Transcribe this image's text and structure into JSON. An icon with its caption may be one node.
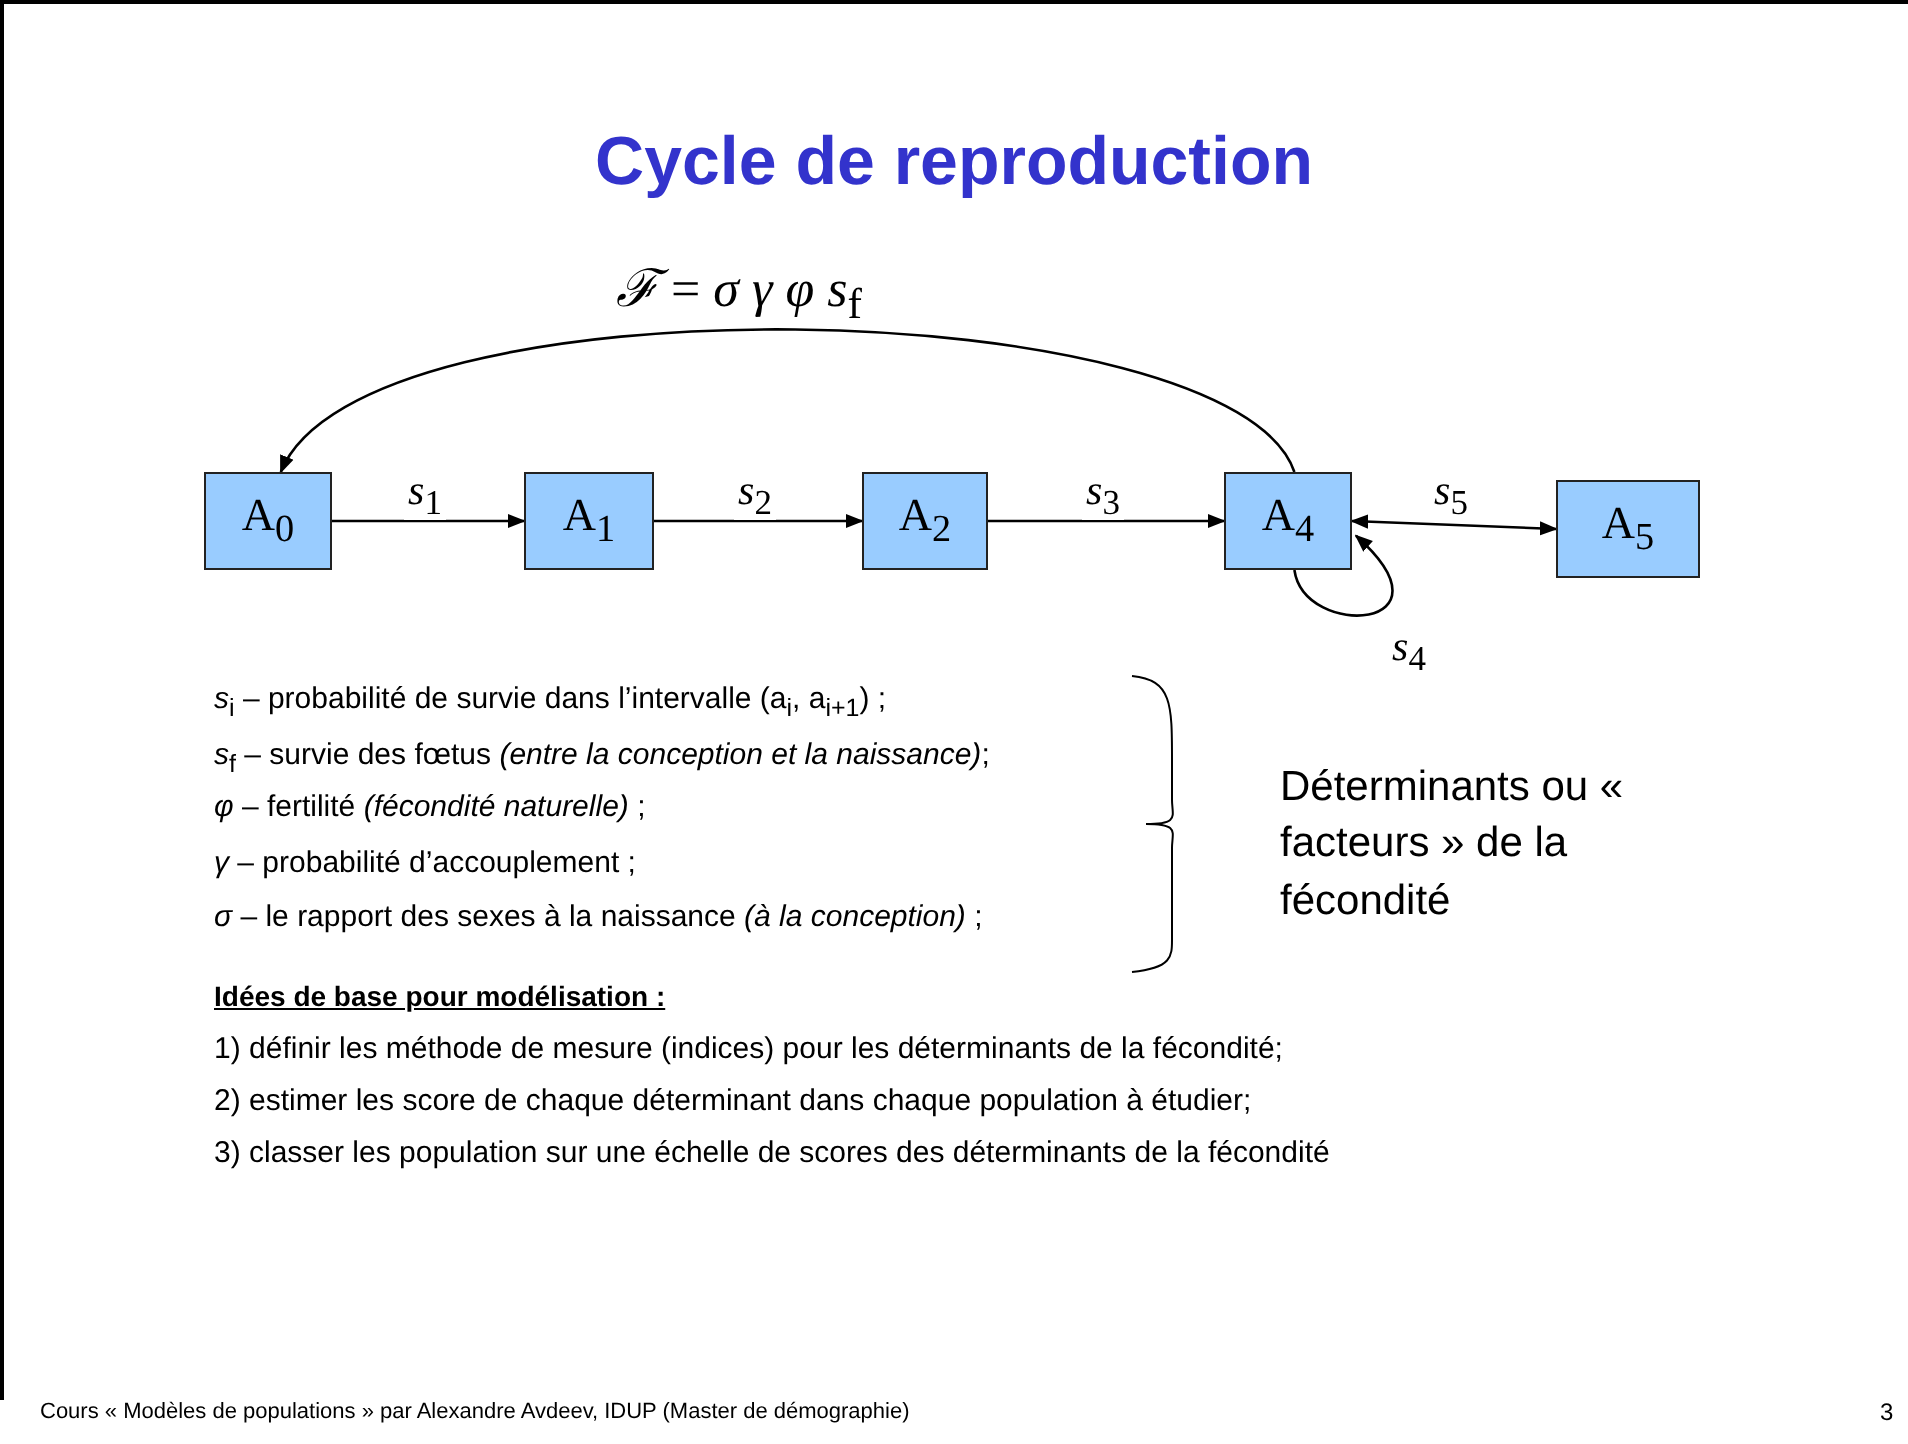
{
  "diagram": {
    "title": "Cycle de reproduction",
    "nodes": [
      {
        "text": [
          "A$_{0}$"
        ]
      },
      {
        "text": [
          "A$_{1}$"
        ]
      },
      {
        "text": [
          "A$_{2}$"
        ]
      },
      {
        "text": [
          "A$_{4}$"
        ]
      },
      {
        "text": [
          "A$_{5}$"
        ]
      }
    ],
    "edges": [
      {
        "from": 0,
        "to": 1,
        "arrow": "to",
        "label": "*s*$_{1}$"
      },
      {
        "from": 1,
        "to": 2,
        "arrow": "to",
        "label": "*s*$_{2}$"
      },
      {
        "from": 2,
        "to": 3,
        "arrow": "to",
        "label": "*s*$_{3}$"
      },
      {
        "from": 3,
        "to": 4,
        "arrow": "both",
        "label": "*s*$_{5}$"
      },
      {
        "from": 3,
        "to": 3,
        "arrow": "to",
        "label": "*s*$_{4}$"
      },
      {
        "from": 3,
        "to": 0,
        "arrow": "to",
        "label": "*ℱ* = *σ*  *γ*  *φ* *s*$_{f}$"
      }
    ],
    "labels": [
      "*s*$_{i}$ – probabilité de survie dans l’intervalle (a$_{i}$, a$_{i+1}$) ;",
      "*s*$_{f}$ – survie des fœtus *(entre la conception et la naissance)*;",
      "*φ* – fertilité *(fécondité naturelle)* ;",
      "*γ* – probabilité d’accouplement ;",
      "*σ* – le rapport des sexes à la naissance *(à la conception)* ;",
      "Déterminants ou « facteurs » de la fécondité",
      "Idées de base pour modélisation :",
      "1) définir les méthode de mesure (indices) pour les déterminants de la fécondité;",
      "2) estimer les score de chaque déterminant dans chaque population à étudier;",
      "3) classer les population sur une échelle de scores des déterminants de la fécondité",
      "Cours « Modèles de populations » par Alexandre Avdeev, IDUP (Master de démographie)",
      "3"
    ]
  }
}
